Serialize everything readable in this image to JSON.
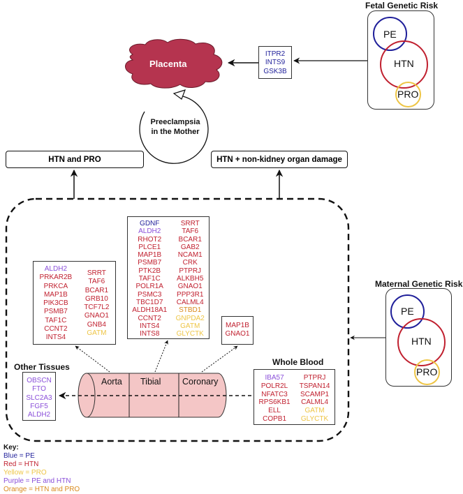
{
  "colors": {
    "PE": "#1f1f9a",
    "HTN": "#c0202f",
    "PRO": "#eec545",
    "PE_HTN": "#8a4fd9",
    "HTN_PRO": "#d98a1e",
    "placenta": "#b5344f",
    "vessel": "#f4c6c6"
  },
  "placenta": {
    "label": "Placenta"
  },
  "fetal_genes": [
    {
      "name": "ITPR2",
      "cat": "PE"
    },
    {
      "name": "INTS9",
      "cat": "PE"
    },
    {
      "name": "GSK3B",
      "cat": "PE"
    }
  ],
  "fetal_risk": {
    "title": "Fetal Genetic Risk",
    "venn": [
      "PE",
      "HTN",
      "PRO"
    ]
  },
  "maternal_risk": {
    "title": "Maternal Genetic Risk",
    "venn": [
      "PE",
      "HTN",
      "PRO"
    ]
  },
  "preeclampsia": {
    "line1": "Preeclampsia",
    "line2": "in the Mother"
  },
  "outcomes": {
    "left": "HTN and PRO",
    "right": "HTN + non-kidney organ damage"
  },
  "tissues": {
    "aorta": {
      "label": "Aorta",
      "col1": [
        {
          "name": "ALDH2",
          "cat": "PE_HTN"
        },
        {
          "name": "PRKAR2B",
          "cat": "HTN"
        },
        {
          "name": "PRKCA",
          "cat": "HTN"
        },
        {
          "name": "MAP1B",
          "cat": "HTN"
        },
        {
          "name": "PIK3CB",
          "cat": "HTN"
        },
        {
          "name": "PSMB7",
          "cat": "HTN"
        },
        {
          "name": "TAF1C",
          "cat": "HTN"
        },
        {
          "name": "CCNT2",
          "cat": "HTN"
        },
        {
          "name": "INTS4",
          "cat": "HTN"
        }
      ],
      "col2": [
        {
          "name": "SRRT",
          "cat": "HTN"
        },
        {
          "name": "TAF6",
          "cat": "HTN"
        },
        {
          "name": "BCAR1",
          "cat": "HTN"
        },
        {
          "name": "GRB10",
          "cat": "HTN"
        },
        {
          "name": "TCF7L2",
          "cat": "HTN"
        },
        {
          "name": "GNAO1",
          "cat": "HTN"
        },
        {
          "name": "GNB4",
          "cat": "HTN"
        },
        {
          "name": "GATM",
          "cat": "PRO"
        }
      ]
    },
    "tibial": {
      "label": "Tibial",
      "col1": [
        {
          "name": "GDNF",
          "cat": "PE"
        },
        {
          "name": "ALDH2",
          "cat": "PE_HTN"
        },
        {
          "name": "RHOT2",
          "cat": "HTN"
        },
        {
          "name": "PLCE1",
          "cat": "HTN"
        },
        {
          "name": "MAP1B",
          "cat": "HTN"
        },
        {
          "name": "PSMB7",
          "cat": "HTN"
        },
        {
          "name": "PTK2B",
          "cat": "HTN"
        },
        {
          "name": "TAF1C",
          "cat": "HTN"
        },
        {
          "name": "POLR1A",
          "cat": "HTN"
        },
        {
          "name": "PSMC3",
          "cat": "HTN"
        },
        {
          "name": "TBC1D7",
          "cat": "HTN"
        },
        {
          "name": "ALDH18A1",
          "cat": "HTN"
        },
        {
          "name": "CCNT2",
          "cat": "HTN"
        },
        {
          "name": "INTS4",
          "cat": "HTN"
        },
        {
          "name": "INTS8",
          "cat": "HTN"
        }
      ],
      "col2": [
        {
          "name": "SRRT",
          "cat": "HTN"
        },
        {
          "name": "TAF6",
          "cat": "HTN"
        },
        {
          "name": "BCAR1",
          "cat": "HTN"
        },
        {
          "name": "GAB2",
          "cat": "HTN"
        },
        {
          "name": "NCAM1",
          "cat": "HTN"
        },
        {
          "name": "CRK",
          "cat": "HTN"
        },
        {
          "name": "PTPRJ",
          "cat": "HTN"
        },
        {
          "name": "ALKBH5",
          "cat": "HTN"
        },
        {
          "name": "GNAO1",
          "cat": "HTN"
        },
        {
          "name": "PPP3R1",
          "cat": "HTN"
        },
        {
          "name": "CALML4",
          "cat": "HTN"
        },
        {
          "name": "STBD1",
          "cat": "HTN_PRO"
        },
        {
          "name": "GNPDA2",
          "cat": "PRO"
        },
        {
          "name": "GATM",
          "cat": "PRO"
        },
        {
          "name": "GLYCTK",
          "cat": "PRO"
        }
      ]
    },
    "coronary": {
      "label": "Coronary",
      "col1": [
        {
          "name": "MAP1B",
          "cat": "HTN"
        },
        {
          "name": "GNAO1",
          "cat": "HTN"
        }
      ]
    },
    "other": {
      "title": "Other Tissues",
      "col1": [
        {
          "name": "OBSCN",
          "cat": "PE_HTN"
        },
        {
          "name": "FTO",
          "cat": "PE_HTN"
        },
        {
          "name": "SLC2A3",
          "cat": "PE_HTN"
        },
        {
          "name": "FGF5",
          "cat": "PE_HTN"
        },
        {
          "name": "ALDH2",
          "cat": "PE_HTN"
        }
      ]
    },
    "whole_blood": {
      "title": "Whole Blood",
      "col1": [
        {
          "name": "IBA57",
          "cat": "PE_HTN"
        },
        {
          "name": "POLR2L",
          "cat": "HTN"
        },
        {
          "name": "NFATC3",
          "cat": "HTN"
        },
        {
          "name": "RPS6KB1",
          "cat": "HTN"
        },
        {
          "name": "ELL",
          "cat": "HTN"
        },
        {
          "name": "COPB1",
          "cat": "HTN"
        }
      ],
      "col2": [
        {
          "name": "PTPRJ",
          "cat": "HTN"
        },
        {
          "name": "TSPAN14",
          "cat": "HTN"
        },
        {
          "name": "SCAMP1",
          "cat": "HTN"
        },
        {
          "name": "CALML4",
          "cat": "HTN"
        },
        {
          "name": "GATM",
          "cat": "PRO"
        },
        {
          "name": "GLYCTK",
          "cat": "PRO"
        }
      ]
    }
  },
  "key": {
    "title": "Key:",
    "items": [
      {
        "label": "Blue = PE",
        "cat": "PE"
      },
      {
        "label": "Red = HTN",
        "cat": "HTN"
      },
      {
        "label": "Yellow = PRO",
        "cat": "PRO"
      },
      {
        "label": "Purple = PE and HTN",
        "cat": "PE_HTN"
      },
      {
        "label": "Orange = HTN and PRO",
        "cat": "HTN_PRO"
      }
    ]
  }
}
